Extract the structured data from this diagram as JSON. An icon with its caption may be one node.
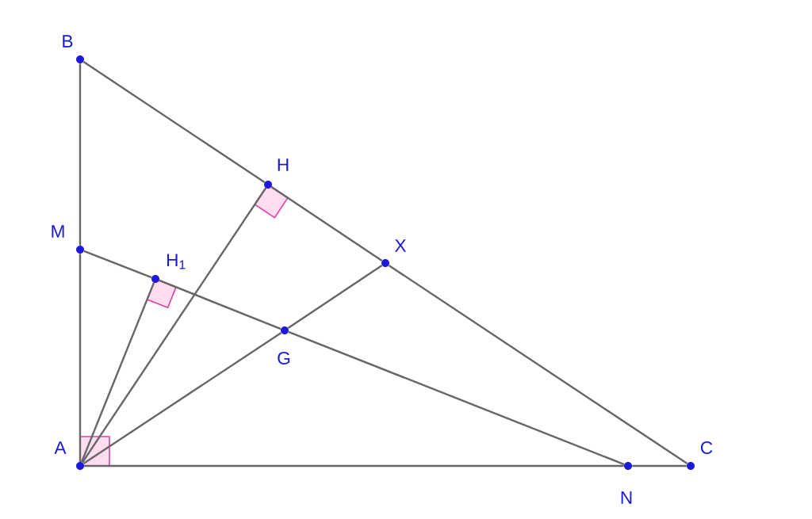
{
  "diagram": {
    "nodes": [
      {
        "text": [
          "B"
        ]
      },
      {
        "text": [
          "H"
        ]
      },
      {
        "text": [
          "M"
        ]
      },
      {
        "text": [
          "X"
        ]
      },
      {
        "text": [
          "H$_{1}$"
        ]
      },
      {
        "text": [
          "G"
        ]
      },
      {
        "text": [
          "A"
        ]
      },
      {
        "text": [
          "C"
        ]
      },
      {
        "text": [
          "N"
        ]
      }
    ],
    "edges": [
      {
        "from": 6,
        "to": 2,
        "arrow": "none"
      },
      {
        "from": 2,
        "to": 0,
        "arrow": "none"
      },
      {
        "from": 6,
        "to": 8,
        "arrow": "none"
      },
      {
        "from": 8,
        "to": 7,
        "arrow": "none"
      },
      {
        "from": 0,
        "to": 1,
        "arrow": "none"
      },
      {
        "from": 1,
        "to": 3,
        "arrow": "none"
      },
      {
        "from": 3,
        "to": 7,
        "arrow": "none"
      },
      {
        "from": 6,
        "to": 1,
        "arrow": "none"
      },
      {
        "from": 6,
        "to": 4,
        "arrow": "none"
      },
      {
        "from": 2,
        "to": 4,
        "arrow": "none"
      },
      {
        "from": 4,
        "to": 5,
        "arrow": "none"
      },
      {
        "from": 5,
        "to": 8,
        "arrow": "none"
      },
      {
        "from": 6,
        "to": 5,
        "arrow": "none"
      },
      {
        "from": 5,
        "to": 3,
        "arrow": "none"
      }
    ]
  }
}
